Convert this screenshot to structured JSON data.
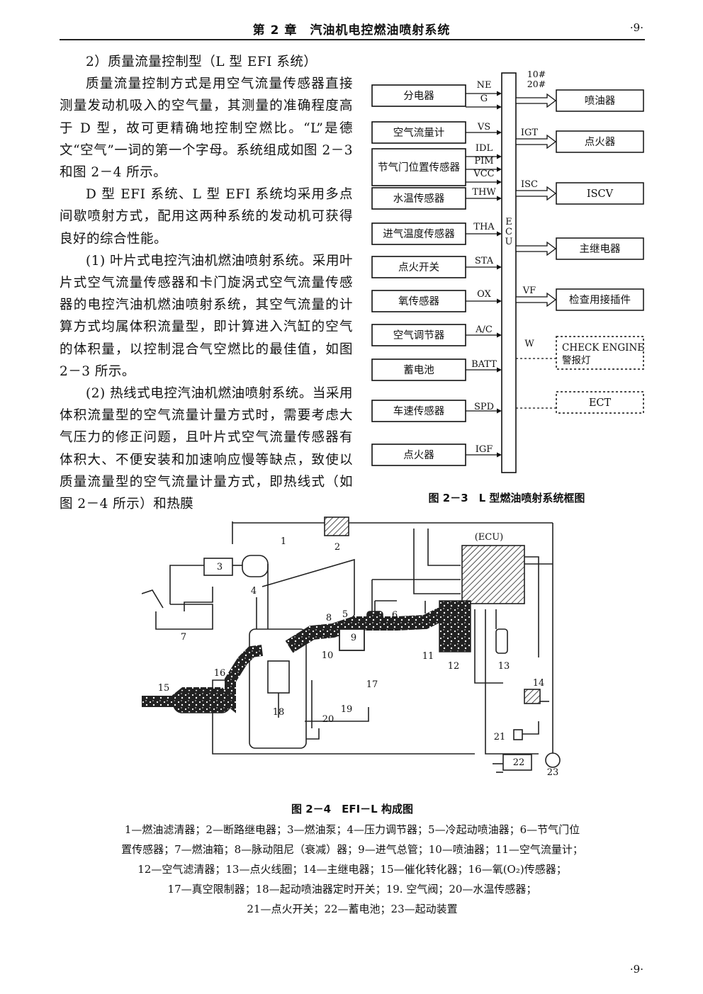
{
  "header": {
    "title": "第 2 章　汽油机电控燃油喷射系统",
    "page_top": "·9·"
  },
  "body": {
    "paragraphs": [
      "2）质量流量控制型（L 型 EFI 系统）",
      "质量流量控制方式是用空气流量传感器直接测量发动机吸入的空气量，其测量的准确程度高于 D 型，故可更精确地控制空燃比。“L”是德文“空气”一词的第一个字母。系统组成如图 2－3 和图 2－4 所示。",
      "D 型 EFI 系统、L 型 EFI 系统均采用多点间歇喷射方式，配用这两种系统的发动机可获得良好的综合性能。",
      "(1) 叶片式电控汽油机燃油喷射系统。采用叶片式空气流量传感器和卡门旋涡式空气流量传感器的电控汽油机燃油喷射系统，其空气流量的计算方式均属体积流量型，即计算进入汽缸的空气的体积量，以控制混合气空燃比的最佳值，如图 2－3 所示。",
      "(2) 热线式电控汽油机燃油喷射系统。当采用体积流量型的空气流量计量方式时，需要考虑大气压力的修正问题，且叶片式空气流量传感器有体积大、不便安装和加速响应慢等缺点，致使以质量流量型的空气流量计量方式，即热线式（如图 2－4 所示）和热膜"
    ]
  },
  "fig23": {
    "caption": "图 2－3　L 型燃油喷射系统框图",
    "ecu_label": [
      "E",
      "C",
      "U"
    ],
    "inputs": [
      {
        "label": "分电器",
        "signals": [
          "NE",
          "G"
        ]
      },
      {
        "label": "空气流量计",
        "signals": [
          "VS"
        ]
      },
      {
        "label": "节气门位置传感器",
        "signals": [
          "IDL",
          "PIM",
          "VCC"
        ]
      },
      {
        "label": "水温传感器",
        "signals": [
          "THW"
        ]
      },
      {
        "label": "进气温度传感器",
        "signals": [
          "THA"
        ]
      },
      {
        "label": "点火开关",
        "signals": [
          "STA"
        ]
      },
      {
        "label": "氧传感器",
        "signals": [
          "OX"
        ]
      },
      {
        "label": "空气调节器",
        "signals": [
          "A/C"
        ]
      },
      {
        "label": "蓄电池",
        "signals": [
          "BATT"
        ]
      },
      {
        "label": "车速传感器",
        "signals": [
          "SPD"
        ]
      },
      {
        "label": "点火器",
        "signals": [
          "IGF"
        ]
      }
    ],
    "outputs": [
      {
        "label": "喷油器",
        "signals": [
          "10#",
          "20#"
        ]
      },
      {
        "label": "点火器",
        "signals": [
          "IGT"
        ]
      },
      {
        "label": "ISCV",
        "signals": [
          "ISC"
        ]
      },
      {
        "label": "主继电器",
        "signals": [
          ""
        ]
      },
      {
        "label": "检查用接插件",
        "signals": [
          "VF"
        ]
      },
      {
        "label": "CHECK ENGINE 警报灯",
        "label_lines": [
          "CHECK ENGINE",
          "警报灯"
        ],
        "signals": [
          "W"
        ]
      },
      {
        "label": "ECT",
        "signals": [
          ""
        ]
      }
    ]
  },
  "fig24": {
    "caption": "图 2－4　EFI－L 构成图",
    "ecu_label": "(ECU)",
    "numbers": [
      "1",
      "2",
      "3",
      "4",
      "5",
      "6",
      "7",
      "8",
      "9",
      "10",
      "11",
      "12",
      "13",
      "14",
      "15",
      "16",
      "17",
      "18",
      "19",
      "20",
      "21",
      "22",
      "23"
    ],
    "legend_lines": [
      "1—燃油滤清器；2—断路继电器；3—燃油泵；4—压力调节器；5—冷起动喷油器；6—节气门位",
      "置传感器；7—燃油箱；8—脉动阻尼（衰减）器；9—进气总管；10—喷油器；11—空气流量计；",
      "12—空气滤清器；13—点火线圈；14—主继电器；15—催化转化器；16—氧(O₂)传感器；",
      "17—真空限制器；18—起动喷油器定时开关；19. 空气阀；20—水温传感器；",
      "21—点火开关；22—蓄电池；23—起动装置"
    ]
  },
  "footer": {
    "page_bottom": "·9·"
  }
}
